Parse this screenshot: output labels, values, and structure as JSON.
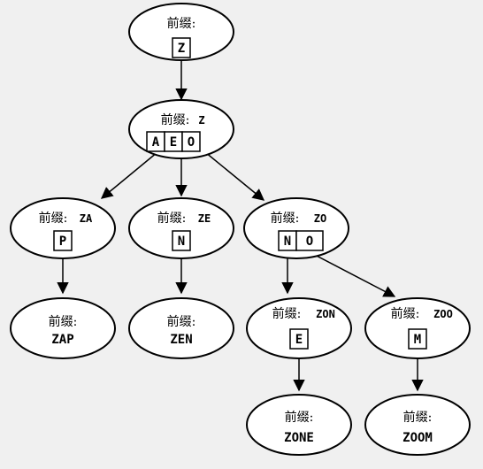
{
  "prefix_label": "前缀:",
  "nodes": {
    "root": {
      "prefix": "",
      "keys": [
        "Z"
      ]
    },
    "z": {
      "prefix": "Z",
      "keys": [
        "A",
        "E",
        "O"
      ]
    },
    "za": {
      "prefix": "ZA",
      "keys": [
        "P"
      ]
    },
    "ze": {
      "prefix": "ZE",
      "keys": [
        "N"
      ]
    },
    "zo": {
      "prefix": "ZO",
      "keys": [
        "N",
        "O"
      ]
    },
    "zap": {
      "word": "ZAP"
    },
    "zen": {
      "word": "ZEN"
    },
    "zon": {
      "prefix": "ZON",
      "keys": [
        "E"
      ]
    },
    "zoo": {
      "prefix": "ZOO",
      "keys": [
        "M"
      ]
    },
    "zone": {
      "word": "ZONE"
    },
    "zoom": {
      "word": "ZOOM"
    }
  },
  "colors": {
    "stroke": "#000000",
    "node_fill": "#ffffff",
    "background": "#f0f0f0"
  }
}
